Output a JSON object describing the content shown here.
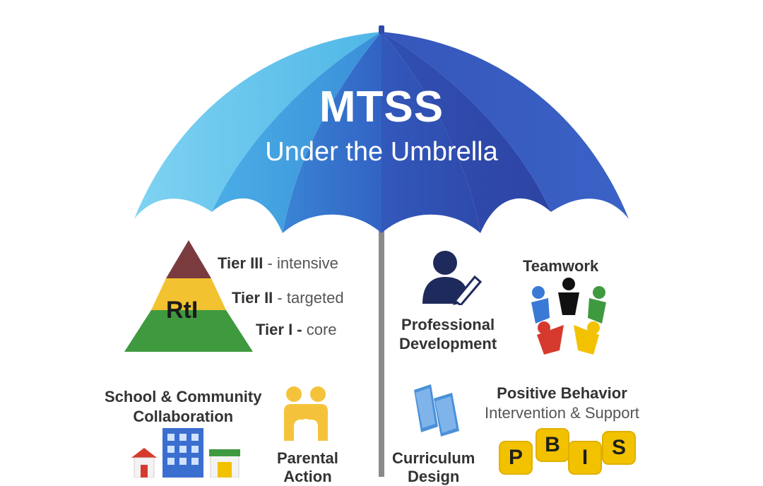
{
  "title": "MTSS",
  "subtitle": "Under the Umbrella",
  "rti": {
    "label": "RtI",
    "tiers": [
      {
        "name": "Tier III",
        "desc": "- intensive",
        "color": "#7a3b3f"
      },
      {
        "name": "Tier II",
        "desc": "- targeted",
        "color": "#f2c230"
      },
      {
        "name": "Tier I -",
        "desc": "core",
        "color": "#3f9a3f"
      }
    ]
  },
  "professional_development": {
    "line1": "Professional",
    "line2": "Development",
    "icon": "person-with-pen-icon"
  },
  "teamwork": {
    "label": "Teamwork",
    "icon": "people-circle-icon"
  },
  "school_community": {
    "line1": "School & Community",
    "line2": "Collaboration",
    "icon": "buildings-icon"
  },
  "parental_action": {
    "line1": "Parental",
    "line2": "Action",
    "icon": "parents-child-icon"
  },
  "curriculum_design": {
    "line1": "Curriculum",
    "line2": "Design",
    "icon": "books-icon"
  },
  "pbis": {
    "line1": "Positive Behavior",
    "line2": "Intervention & Support",
    "letters": [
      "P",
      "B",
      "I",
      "S"
    ]
  },
  "colors": {
    "umbrella_light": "#5cc3ea",
    "umbrella_mid": "#3f8fdc",
    "umbrella_dark": "#2e4fb0",
    "pole": "#8a8a8a",
    "gold": "#f5c33b",
    "navy": "#1f2a5c",
    "book_blue": "#4a90d9"
  }
}
